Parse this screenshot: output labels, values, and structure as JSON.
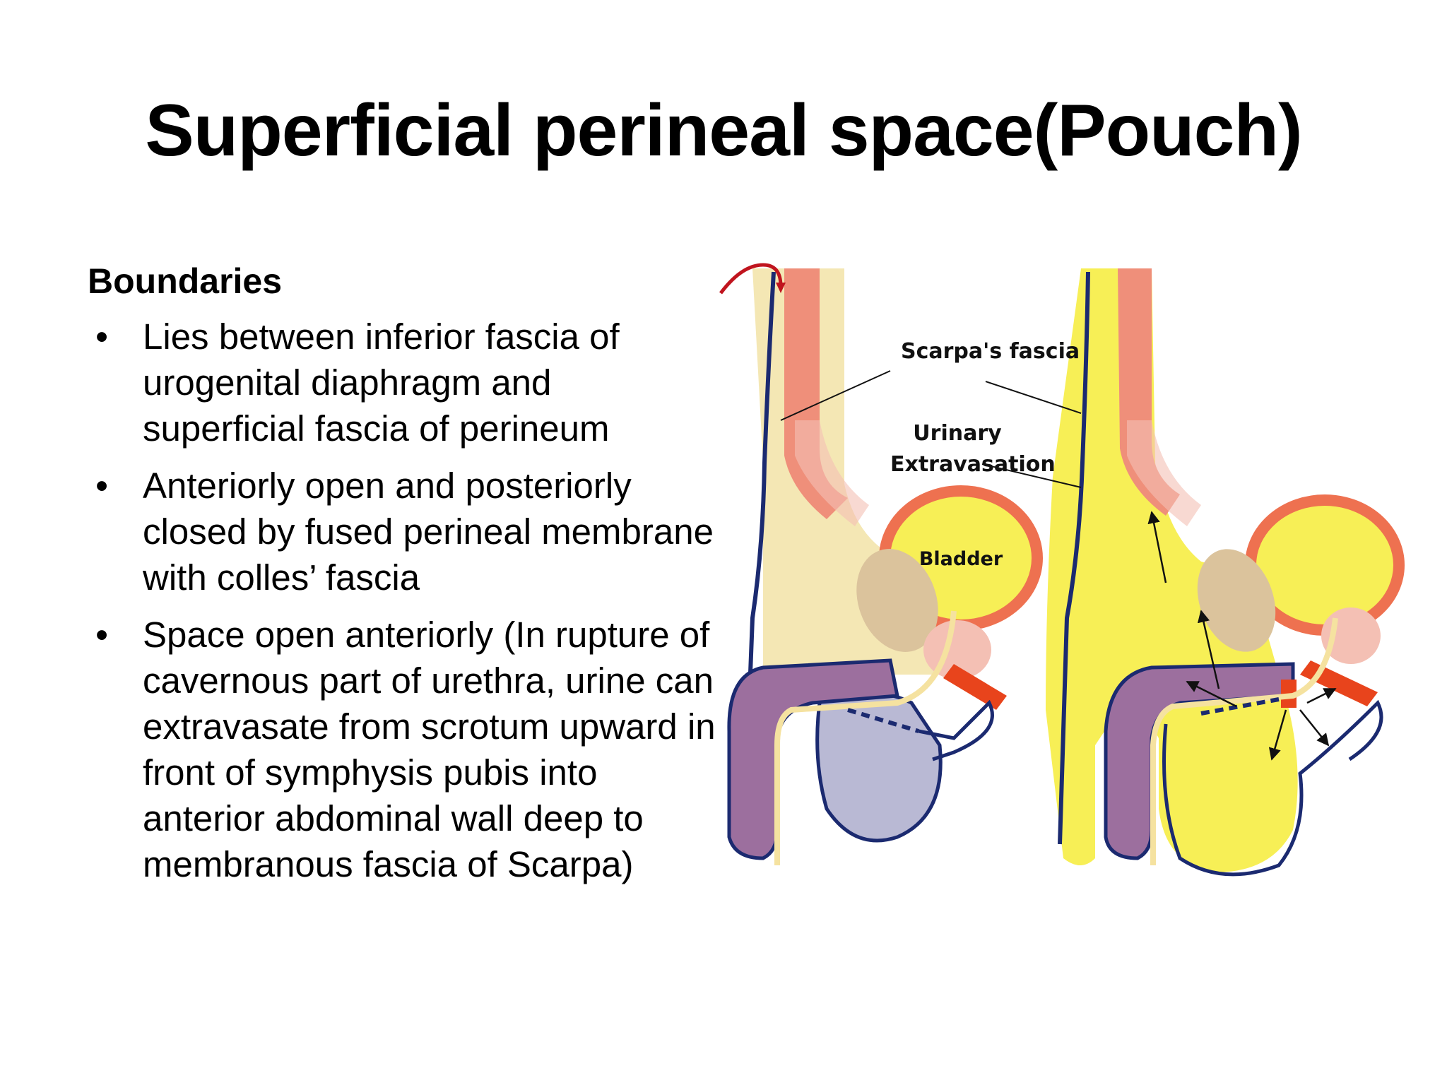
{
  "slide": {
    "title": "Superficial perineal space(Pouch)",
    "subheading": "Boundaries",
    "bullet_symbol": "•",
    "bullets": [
      {
        "text": "Lies between inferior fascia of urogenital diaphragm and superficial fascia of perineum"
      },
      {
        "text": "Anteriorly open and posteriorly closed by fused perineal membrane with colles’ fascia"
      },
      {
        "text": "Space open anteriorly (In rupture of cavernous part of urethra, urine can extravasate from scrotum upward in front of symphysis pubis into anterior abdominal wall deep to membranous fascia of Scarpa)"
      }
    ]
  },
  "figure": {
    "labels": {
      "scarpa": "Scarpa's fascia",
      "urinary": "Urinary",
      "extravasation": "Extravasation",
      "bladder": "Bladder"
    },
    "colors": {
      "yellow": "#f7ef56",
      "cream": "#f4e7b4",
      "muscle": "#ef8f7a",
      "bladder_wall": "#ee7150",
      "penis_purple": "#9c6f9e",
      "scrotum_gray": "#b9b9d4",
      "fascia_navy": "#1b2a70",
      "prostate": "#dbc39c",
      "pink": "#f4c0b4",
      "red": "#e8441c",
      "arrow_red": "#c0141e"
    }
  }
}
